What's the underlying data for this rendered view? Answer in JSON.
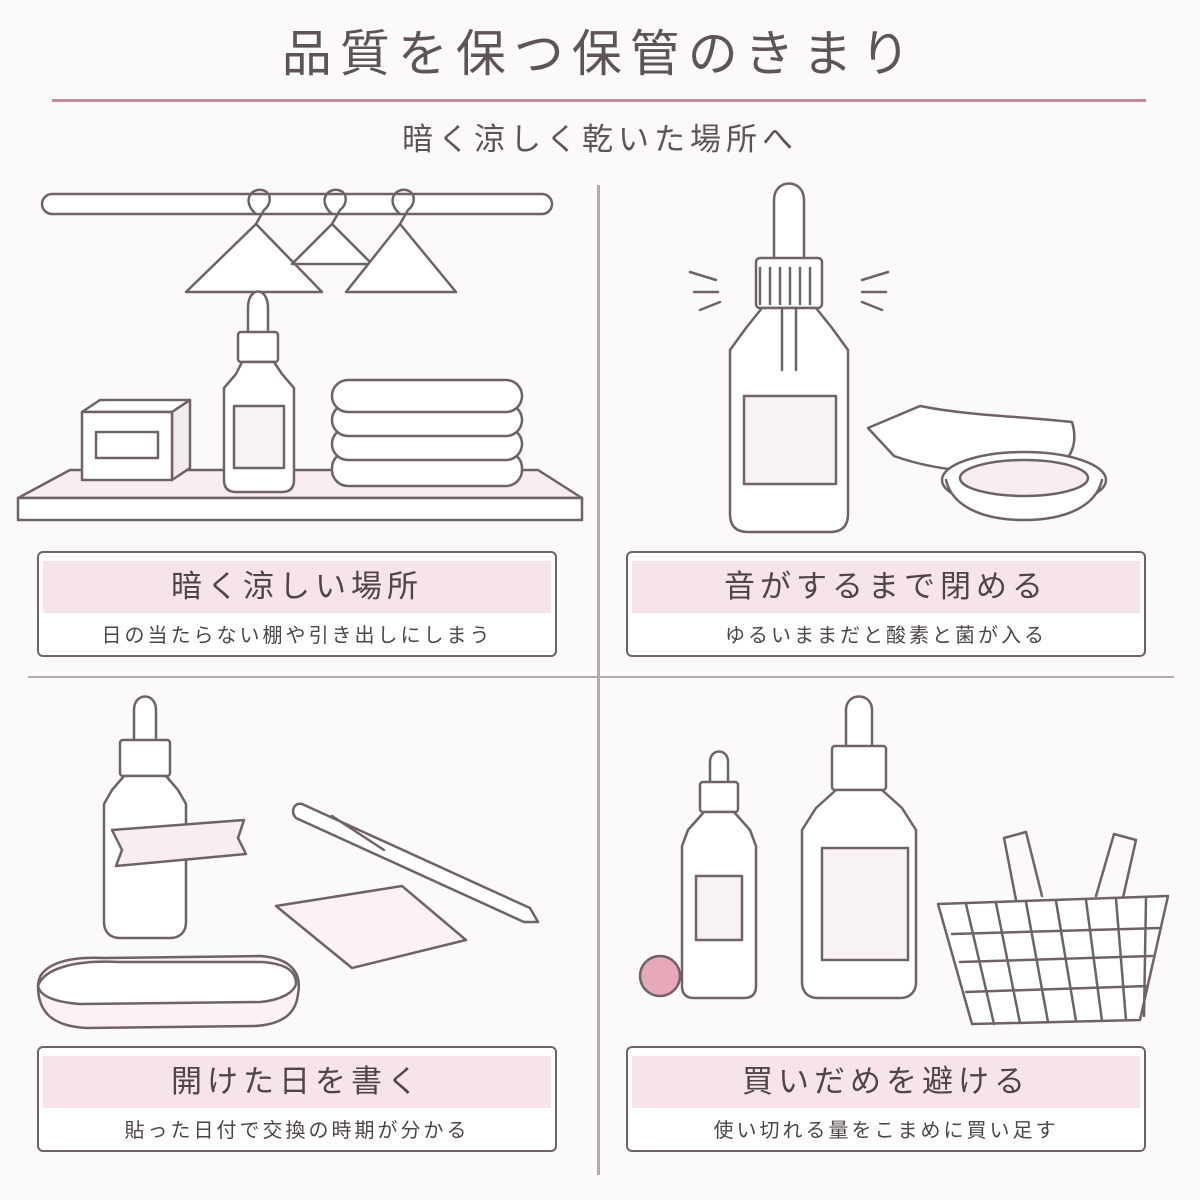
{
  "header": {
    "title": "品質を保つ保管のきまり",
    "subtitle": "暗く涼しく乾いた場所へ"
  },
  "panels": [
    {
      "heading": "暗く涼しい場所",
      "description": "日の当たらない棚や引き出しにしまう"
    },
    {
      "heading": "音がするまで閉める",
      "description": "ゆるいままだと酸素と菌が入る"
    },
    {
      "heading": "開けた日を書く",
      "description": "貼った日付で交換の時期が分かる"
    },
    {
      "heading": "買いだめを避ける",
      "description": "使い切れる量をこまめに買い足す"
    }
  ],
  "colors": {
    "accent": "#c58c9e",
    "line": "#6e6268",
    "label_fill": "#f6e4e9",
    "pink_dot": "#e7a9b9"
  },
  "icons": [
    "clothes-rail-icon",
    "hanger-icon",
    "dropper-bottle-icon",
    "box-icon",
    "folded-towel-icon",
    "shelf-icon",
    "click-mark-icon",
    "cloth-icon",
    "dish-icon",
    "label-tape-icon",
    "pen-icon",
    "paper-note-icon",
    "basket-icon"
  ]
}
